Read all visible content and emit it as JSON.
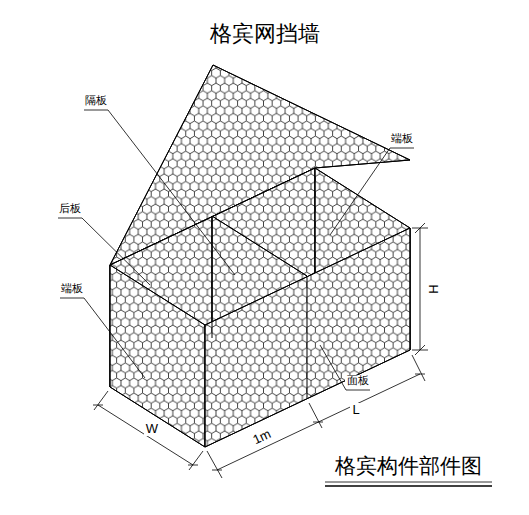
{
  "diagram": {
    "title": "格宾网挡墙",
    "caption": "格宾构件部件图",
    "labels": [
      "隔板",
      "端板",
      "后板",
      "端板",
      "面板",
      "H",
      "W",
      "1m",
      "L"
    ]
  }
}
